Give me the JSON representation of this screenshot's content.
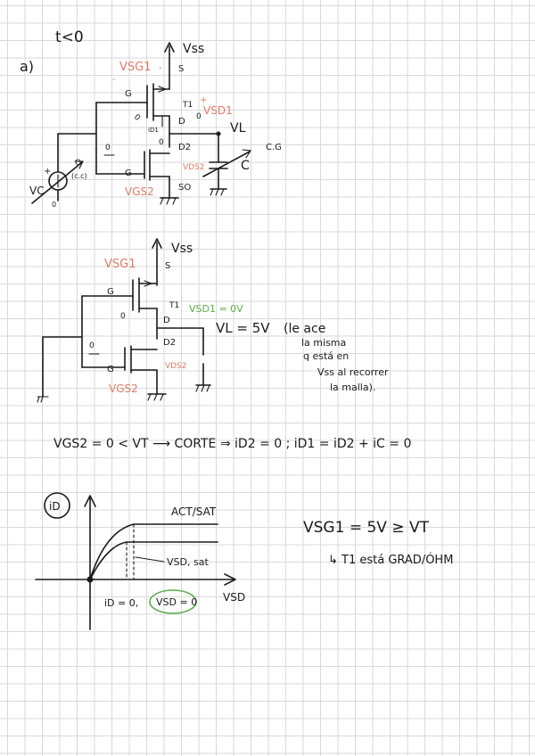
{
  "page": {
    "heading": "t<0",
    "part": "a)"
  },
  "circuit1": {
    "vss": "Vss",
    "s": "S",
    "g": "G",
    "t1": "T1",
    "d": "D",
    "d2": "D2",
    "so": "SO",
    "vl": "VL",
    "cg": "C.G",
    "c": "C",
    "cc": "(c.c)",
    "vc": "VC",
    "o_label": "O",
    "o2": "0",
    "zero_a": "0",
    "zero_b": "0",
    "zero_c": "0",
    "id1": "iD1",
    "plus": "+",
    "minus": "-",
    "vsg1": "VSG1",
    "vsd1": "VSD1",
    "vds2": "VDS2",
    "vgs2": "VGS2"
  },
  "circuit2": {
    "vss": "Vss",
    "s": "S",
    "g": "G",
    "t1": "T1",
    "d": "D",
    "d2": "D2",
    "zero_a": "0",
    "zero_b": "0",
    "vsg1": "VSG1",
    "vsd1_eq": "VSD1 = 0V",
    "vds2": "VDS2",
    "vgs2": "VGS2",
    "vl_eq": "VL = 5V",
    "note": [
      "(le ace",
      "la misma",
      "q está en",
      "Vss al recorrer",
      "la malla)."
    ]
  },
  "equation": {
    "text": "VGS2 = 0 < VT  ⟶  CORTE ⇒ iD2 = 0 ;   iD1 = iD2 + iC = 0"
  },
  "graph": {
    "y_label": "iD",
    "x_label": "VSD",
    "region": "ACT/SAT",
    "vsd_sat": "VSD, sat",
    "bottom_note": "iD = 0,",
    "circled": "VSD = 0"
  },
  "result": {
    "line1": "VSG1 = 5V ≥ VT",
    "line2": "↳ T1 está  GRAD/ÓHM"
  }
}
